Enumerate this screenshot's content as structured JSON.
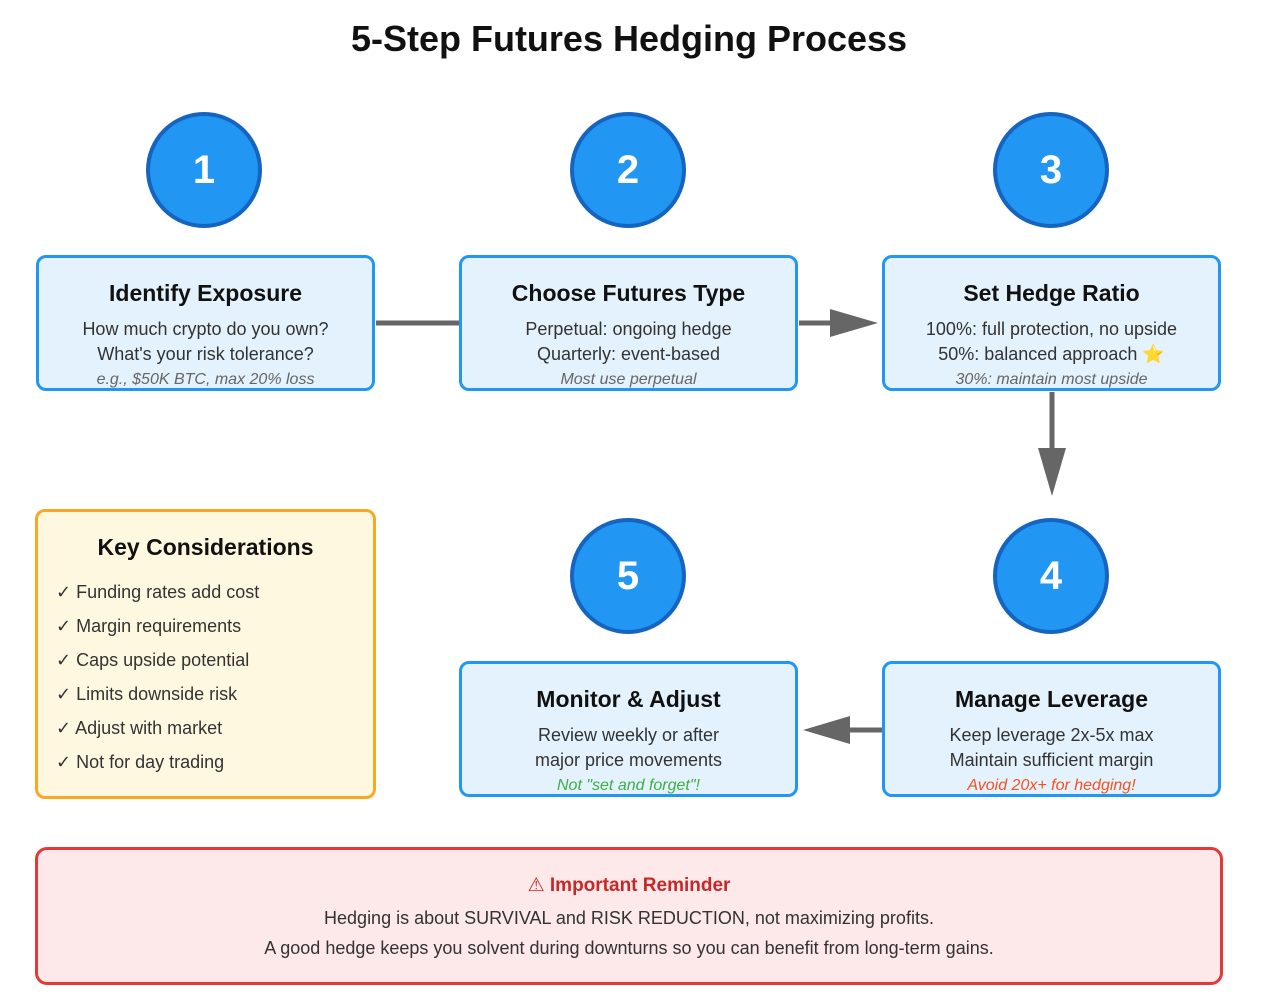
{
  "title": "5-Step Futures Hedging Process",
  "steps": [
    {
      "number": "1",
      "title": "Identify Exposure",
      "line1": "How much crypto do you own?",
      "line2": "What's your risk tolerance?",
      "note": "e.g., $50K BTC, max 20% loss"
    },
    {
      "number": "2",
      "title": "Choose Futures Type",
      "line1": "Perpetual: ongoing hedge",
      "line2": "Quarterly: event-based",
      "note": "Most use perpetual"
    },
    {
      "number": "3",
      "title": "Set Hedge Ratio",
      "line1": "100%: full protection, no upside",
      "line2": "50%: balanced approach",
      "line2_icon": "⭐",
      "note": "30%: maintain most upside"
    },
    {
      "number": "4",
      "title": "Manage Leverage",
      "line1": "Keep leverage 2x-5x max",
      "line2": "Maintain sufficient margin",
      "note": "Avoid 20x+ for hedging!"
    },
    {
      "number": "5",
      "title": "Monitor & Adjust",
      "line1": "Review weekly or after",
      "line2": "major price movements",
      "note": "Not \"set and forget\"!"
    }
  ],
  "considerations": {
    "title": "Key Considerations",
    "check": "✓",
    "items": [
      "Funding rates add cost",
      "Margin requirements",
      "Caps upside potential",
      "Limits downside risk",
      "Adjust with market",
      "Not for day trading"
    ]
  },
  "reminder": {
    "icon": "⚠",
    "title": "Important Reminder",
    "line1": "Hedging is about SURVIVAL and RISK REDUCTION, not maximizing profits.",
    "line2": "A good hedge keeps you solvent during downturns so you can benefit from long-term gains."
  },
  "colors": {
    "step_circle": "#2196f3",
    "step_box_border": "#2196f3",
    "step_box_fill": "#e3f2fd",
    "considerations_border": "#f9a825",
    "reminder_border": "#e53935",
    "arrow": "#666666"
  }
}
